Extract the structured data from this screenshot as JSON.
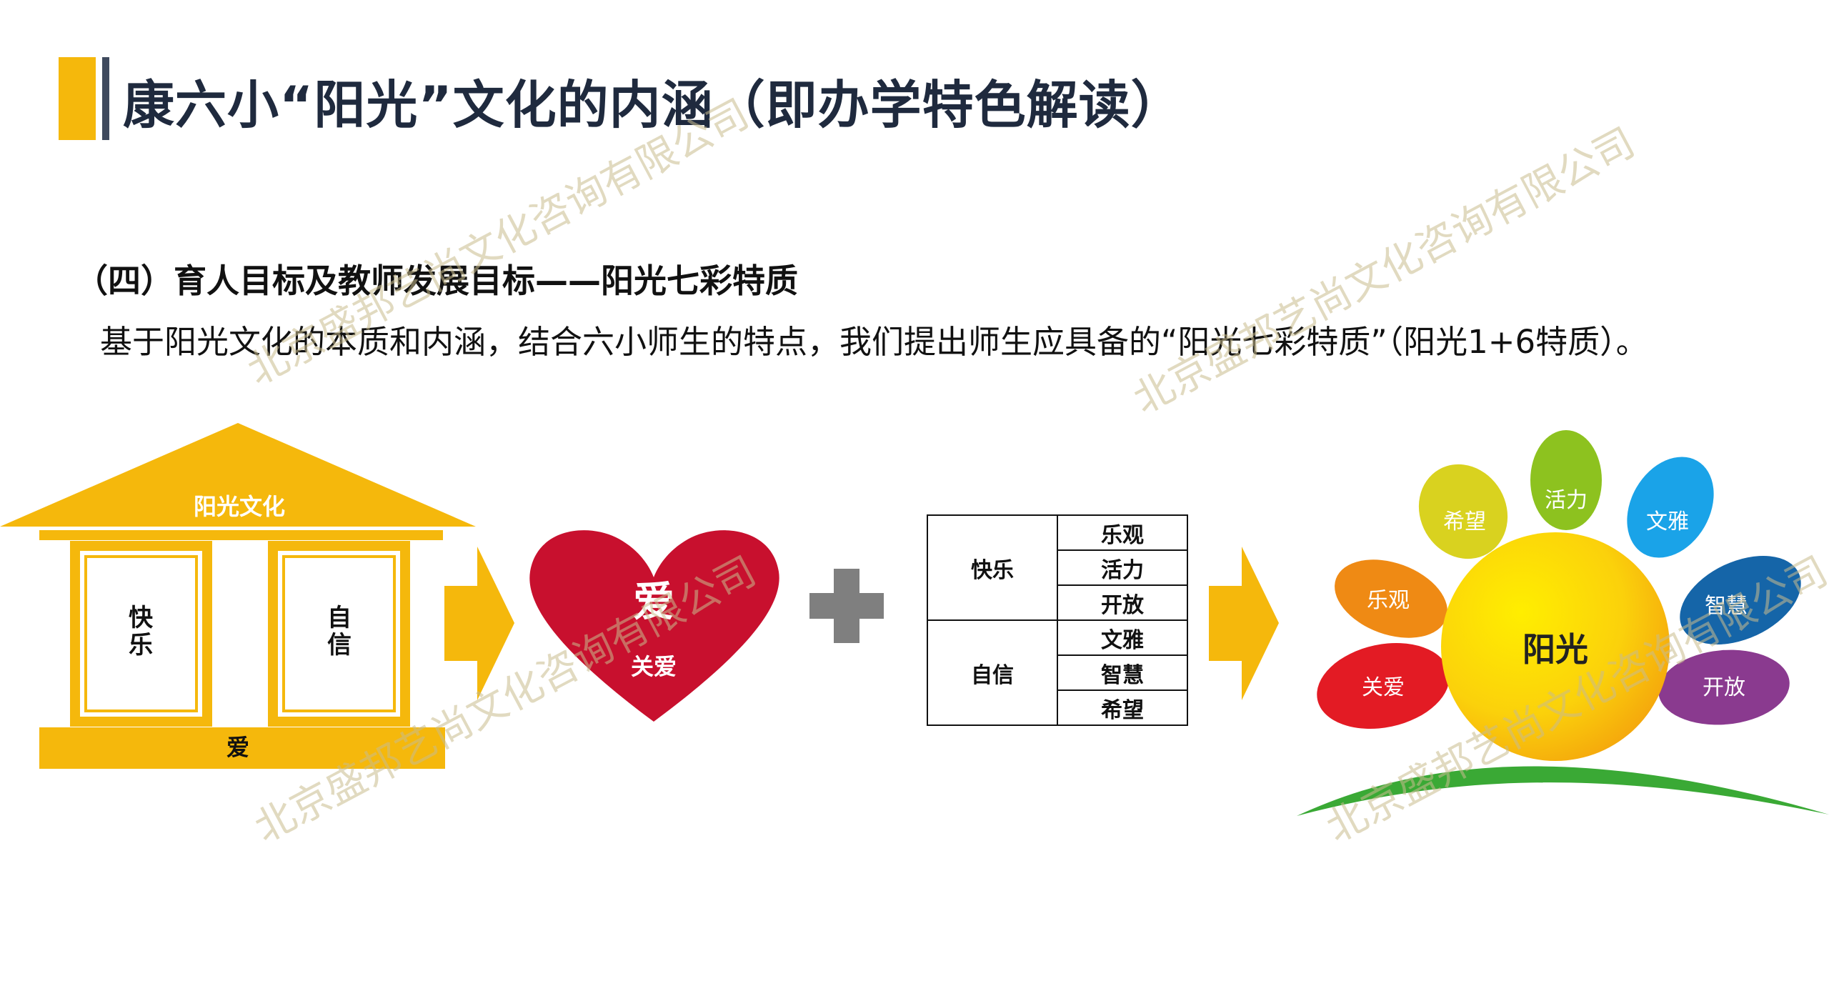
{
  "title": "康六小“阳光”文化的内涵（即办学特色解读）",
  "subheading": "（四）育人目标及教师发展目标——阳光七彩特质",
  "body": "基于阳光文化的本质和内涵，结合六小师生的特点，我们提出师生应具备的“阳光七彩特质”（阳光1+6特质）。",
  "temple": {
    "roof": "阳光文化",
    "pillar_left": "快\n乐",
    "pillar_right": "自\n信",
    "base": "爱"
  },
  "heart": {
    "main": "爱",
    "sub": "关爱"
  },
  "table": {
    "groups": [
      {
        "name": "快乐",
        "items": [
          "乐观",
          "活力",
          "开放"
        ]
      },
      {
        "name": "自信",
        "items": [
          "文雅",
          "智慧",
          "希望"
        ]
      }
    ]
  },
  "flower": {
    "center": "阳光",
    "petals": [
      {
        "label": "关爱",
        "color": "#e31b24"
      },
      {
        "label": "乐观",
        "color": "#ef8a14"
      },
      {
        "label": "希望",
        "color": "#d9d21f"
      },
      {
        "label": "活力",
        "color": "#8dc21f"
      },
      {
        "label": "文雅",
        "color": "#1aa3e8"
      },
      {
        "label": "智慧",
        "color": "#1565a8"
      },
      {
        "label": "开放",
        "color": "#8a3a8f"
      }
    ],
    "grass_color": "#3aa935"
  },
  "watermark": "北京盛邦艺尚文化咨询有限公司",
  "colors": {
    "gold": "#f5b80c",
    "dark_bar": "#3f4a5e",
    "heart_red": "#c8102e",
    "plus_gray": "#7f7f7f"
  }
}
